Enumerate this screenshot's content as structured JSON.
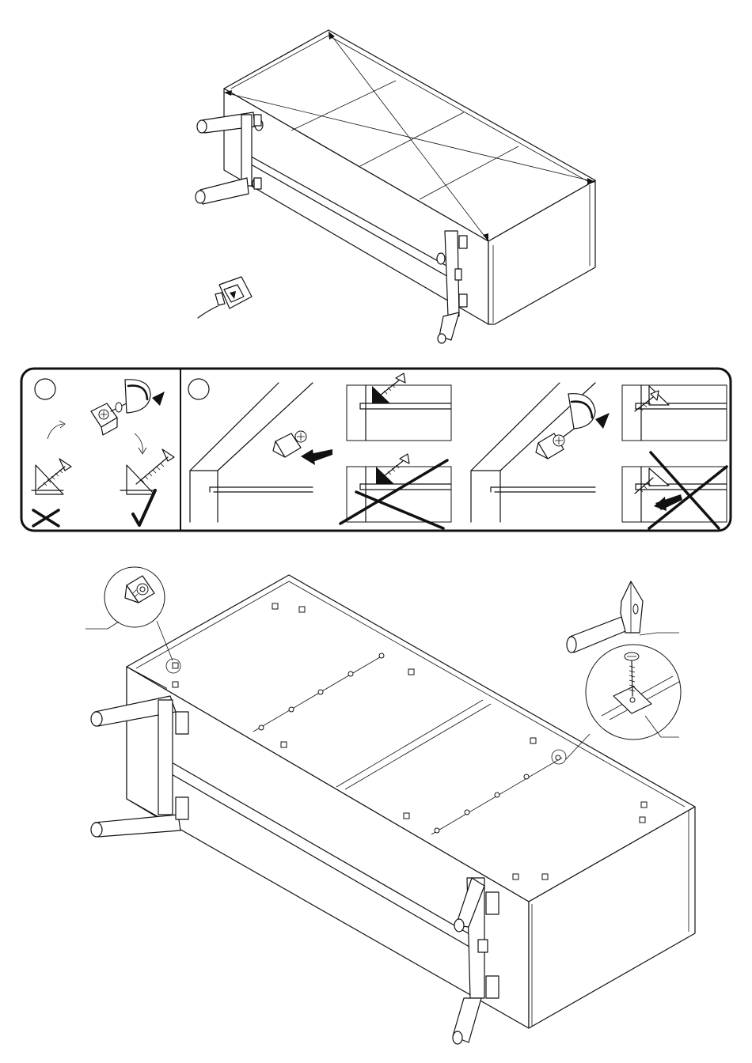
{
  "page": {
    "kind": "assembly-instruction-sheet"
  },
  "steps": [
    {
      "id": "step-1",
      "label": ""
    },
    {
      "id": "step-2",
      "label": ""
    }
  ],
  "icons": {
    "tape_measure": "tape-measure-icon",
    "screwdriver": "screwdriver-icon",
    "hammer": "hammer-icon",
    "wrong_mark": "cross-mark-icon",
    "right_mark": "check-mark-icon"
  },
  "colors": {
    "line": "#111111",
    "background": "#ffffff"
  }
}
